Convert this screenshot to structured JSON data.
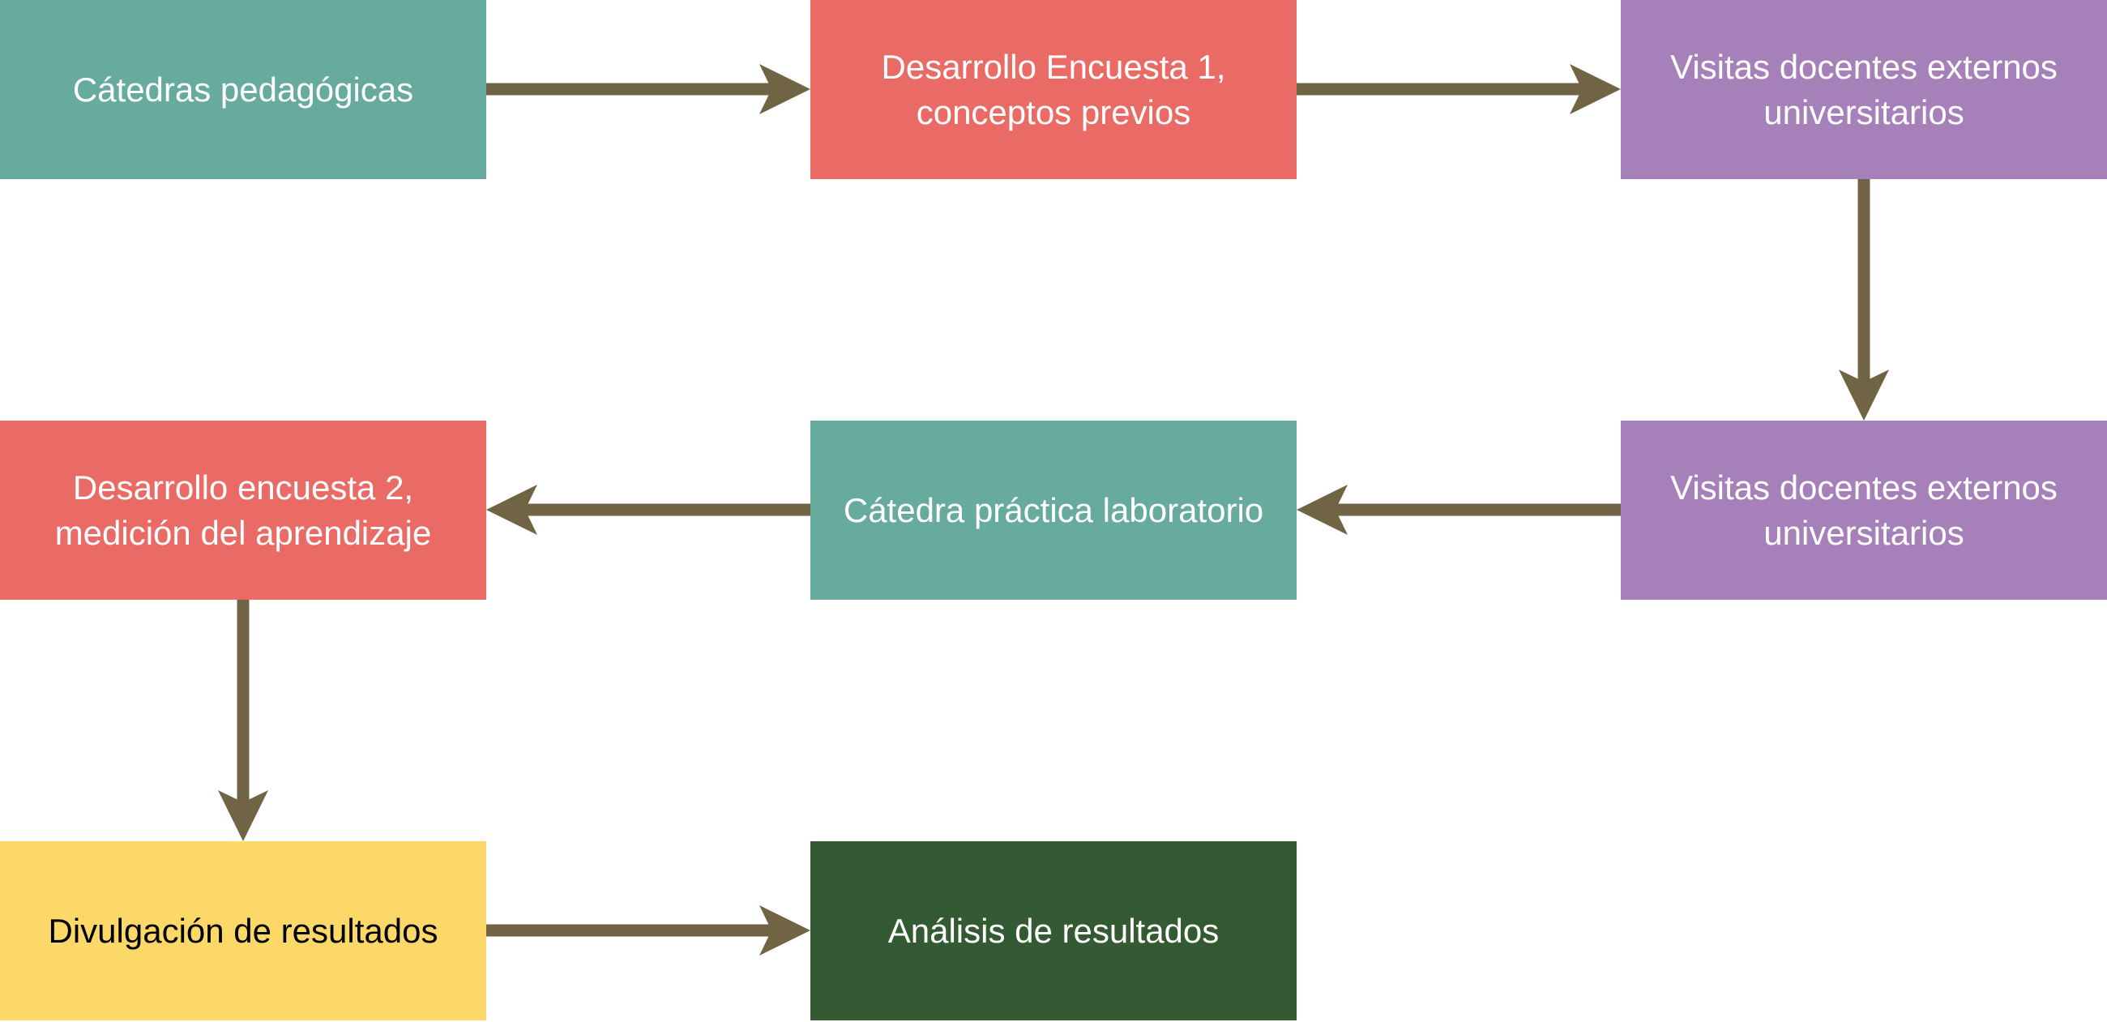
{
  "colors": {
    "arrow": "#706444",
    "teal": "#67AB9F",
    "red": "#EA6B66",
    "purple": "#A680B8",
    "yellow": "#FCD869",
    "dark_green": "#345A34",
    "text_light": "#FFFFFF",
    "text_dark": "#000000"
  },
  "nodes": [
    {
      "id": "n1",
      "label": "Cátedras pedagógicas",
      "fill": "#67AB9F",
      "text_color": "#FFFFFF"
    },
    {
      "id": "n2",
      "label": "Desarrollo Encuesta 1,\nconceptos previos",
      "fill": "#EA6B66",
      "text_color": "#FFFFFF"
    },
    {
      "id": "n3",
      "label": "Visitas docentes externos\nuniversitarios",
      "fill": "#A680B8",
      "text_color": "#FFFFFF"
    },
    {
      "id": "n4",
      "label": "Visitas docentes externos\nuniversitarios",
      "fill": "#A680B8",
      "text_color": "#FFFFFF"
    },
    {
      "id": "n5",
      "label": "Cátedra práctica laboratorio",
      "fill": "#67AB9F",
      "text_color": "#FFFFFF"
    },
    {
      "id": "n6",
      "label": "Desarrollo encuesta 2,\nmedición del aprendizaje",
      "fill": "#EA6B66",
      "text_color": "#FFFFFF"
    },
    {
      "id": "n7",
      "label": "Divulgación de resultados",
      "fill": "#FCD869",
      "text_color": "#000000"
    },
    {
      "id": "n8",
      "label": "Análisis de resultados",
      "fill": "#345A34",
      "text_color": "#FFFFFF"
    }
  ],
  "edges": [
    {
      "from": "n1",
      "to": "n2"
    },
    {
      "from": "n2",
      "to": "n3"
    },
    {
      "from": "n3",
      "to": "n4"
    },
    {
      "from": "n4",
      "to": "n5"
    },
    {
      "from": "n5",
      "to": "n6"
    },
    {
      "from": "n6",
      "to": "n7"
    },
    {
      "from": "n7",
      "to": "n8"
    }
  ]
}
